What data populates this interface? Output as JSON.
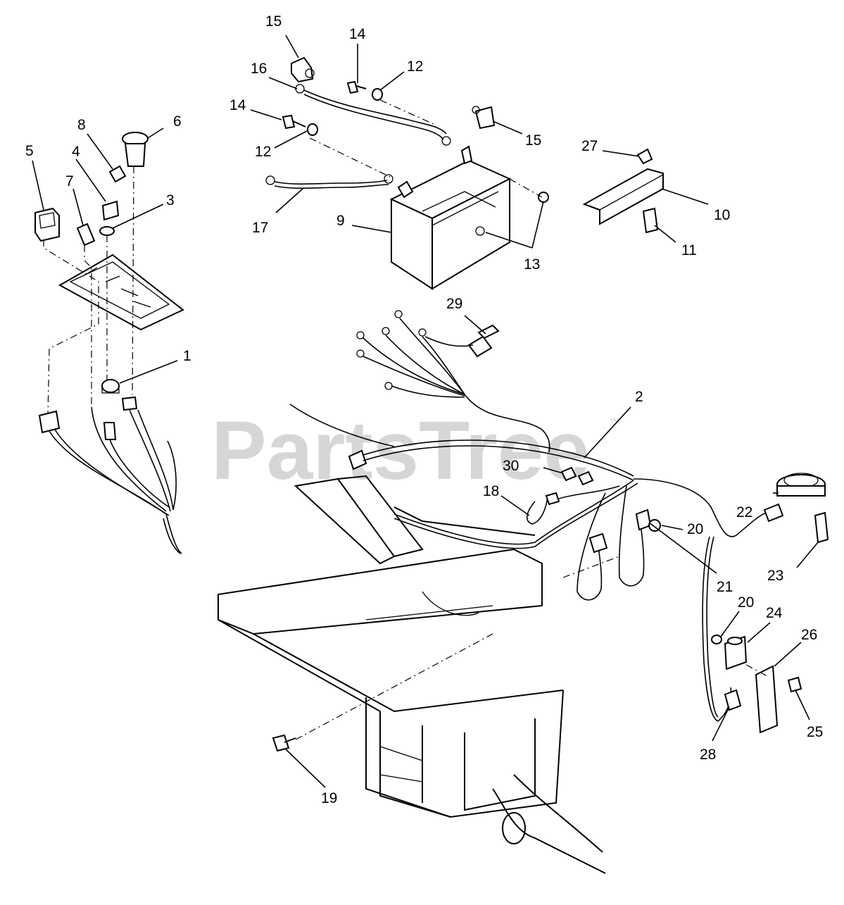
{
  "watermark": {
    "text": "PartsTree",
    "tm": "™"
  },
  "callouts": [
    {
      "id": "c15a",
      "label": "15"
    },
    {
      "id": "c14a",
      "label": "14"
    },
    {
      "id": "c12a",
      "label": "12"
    },
    {
      "id": "c16",
      "label": "16"
    },
    {
      "id": "c14b",
      "label": "14"
    },
    {
      "id": "c15b",
      "label": "15"
    },
    {
      "id": "c12b",
      "label": "12"
    },
    {
      "id": "c8",
      "label": "8"
    },
    {
      "id": "c6",
      "label": "6"
    },
    {
      "id": "c5",
      "label": "5"
    },
    {
      "id": "c4",
      "label": "4"
    },
    {
      "id": "c7",
      "label": "7"
    },
    {
      "id": "c3",
      "label": "3"
    },
    {
      "id": "c27",
      "label": "27"
    },
    {
      "id": "c10",
      "label": "10"
    },
    {
      "id": "c17",
      "label": "17"
    },
    {
      "id": "c9",
      "label": "9"
    },
    {
      "id": "c11",
      "label": "11"
    },
    {
      "id": "c13",
      "label": "13"
    },
    {
      "id": "c29",
      "label": "29"
    },
    {
      "id": "c1",
      "label": "1"
    },
    {
      "id": "c2",
      "label": "2"
    },
    {
      "id": "c30",
      "label": "30"
    },
    {
      "id": "c18",
      "label": "18"
    },
    {
      "id": "c22",
      "label": "22"
    },
    {
      "id": "c20a",
      "label": "20"
    },
    {
      "id": "c23",
      "label": "23"
    },
    {
      "id": "c21",
      "label": "21"
    },
    {
      "id": "c20b",
      "label": "20"
    },
    {
      "id": "c24",
      "label": "24"
    },
    {
      "id": "c26",
      "label": "26"
    },
    {
      "id": "c25",
      "label": "25"
    },
    {
      "id": "c28",
      "label": "28"
    },
    {
      "id": "c19",
      "label": "19"
    }
  ]
}
